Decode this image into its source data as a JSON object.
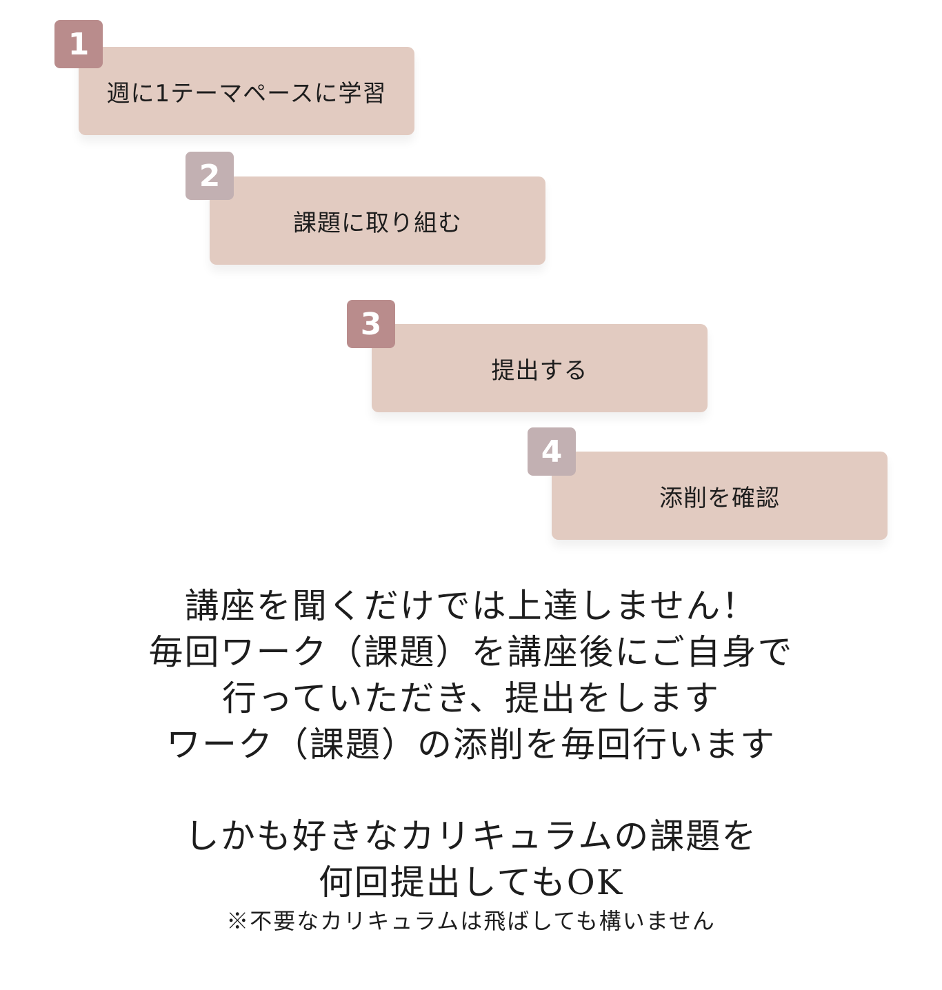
{
  "steps": [
    {
      "number": "1",
      "label": "週に1テーマペースに学習"
    },
    {
      "number": "2",
      "label": "課題に取り組む"
    },
    {
      "number": "3",
      "label": "提出する"
    },
    {
      "number": "4",
      "label": "添削を確認"
    }
  ],
  "message": {
    "lines": [
      "講座を聞くだけでは上達しません！",
      "毎回ワーク（課題）を講座後にご自身で",
      "行っていただき、提出をします",
      "ワーク（課題）の添削を毎回行います"
    ],
    "second_lines": [
      "しかも好きなカリキュラムの課題を",
      "何回提出してもOK"
    ],
    "note": "※不要なカリキュラムは飛ばしても構いません"
  },
  "colors": {
    "card_background": "#e2cbc1",
    "badge_dark": "#b98c8c",
    "badge_light": "#c2b0b2"
  }
}
